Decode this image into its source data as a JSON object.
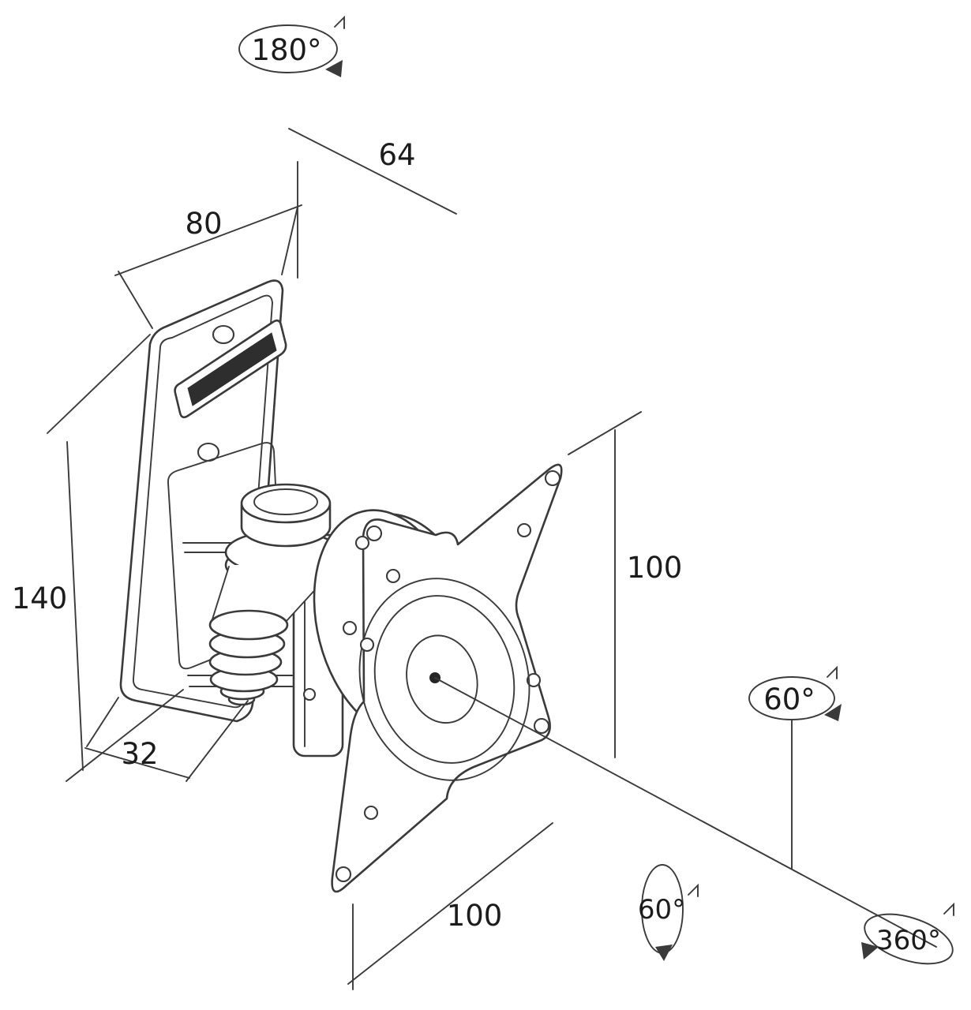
{
  "diagram": {
    "subject": "Wall mount swivel bracket technical line drawing with VESA plate",
    "background": "#ffffff",
    "line_color": "#3a3a3a",
    "text_color": "#1c1c1c"
  },
  "dimensions": {
    "depth_top": "64",
    "plate_width": "80",
    "plate_height": "140",
    "arm_offset": "32",
    "vesa_vertical": "100",
    "vesa_horizontal": "100"
  },
  "rotations": {
    "swivel_top": "180°",
    "tilt_side": "60°",
    "tilt_front": "60°",
    "rotation_full": "360°"
  }
}
